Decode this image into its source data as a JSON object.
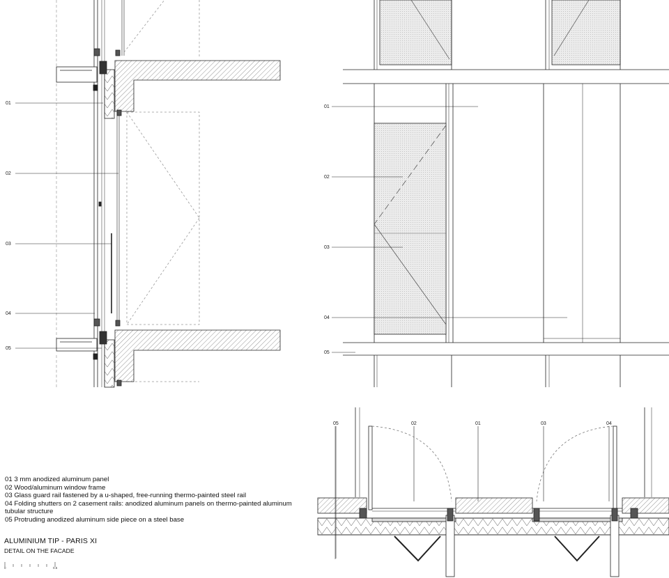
{
  "callouts": {
    "section": [
      "01",
      "02",
      "03",
      "04",
      "05"
    ],
    "elevation": [
      "01",
      "02",
      "03",
      "04",
      "05"
    ],
    "plan": [
      "05",
      "02",
      "01",
      "03",
      "04"
    ]
  },
  "legend": [
    "01 3 mm anodized aluminum panel",
    "02 Wood/aluminum window frame",
    "03 Glass guard rail fastened by a u-shaped, free-running thermo-painted steel rail",
    "04 Folding shutters on 2 casement rails: anodized aluminum panels on thermo-painted aluminum tubular structure",
    "05 Protruding anodized aluminum side piece on a steel base"
  ],
  "title": "ALUMINIUM TIP - PARIS XI",
  "subtitle": "DETAIL ON THE FACADE",
  "scale": {
    "left": "0",
    "right": "0.5"
  },
  "colors": {
    "line": "#222222",
    "dash": "#888888",
    "hatch": "#555555",
    "screen": "#e4e4e4"
  }
}
